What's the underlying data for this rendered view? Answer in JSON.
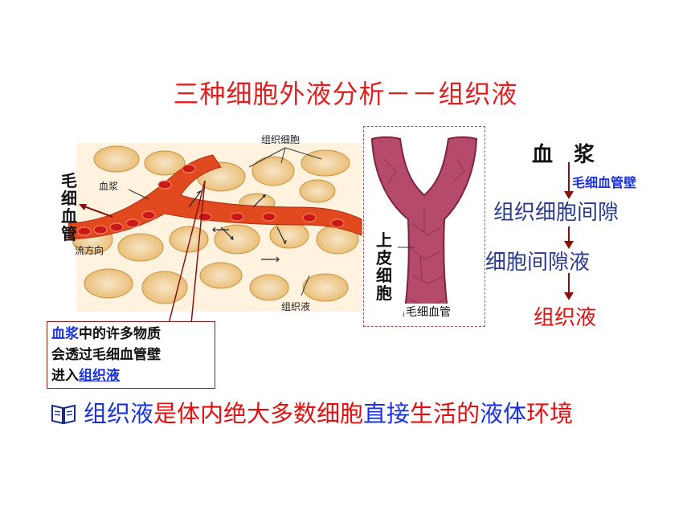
{
  "slide": {
    "title": "三种细胞外液分析－－组织液"
  },
  "figure_left": {
    "label_tissue_cell": "组织细胞",
    "label_plasma": "血浆",
    "label_flow": "流方向",
    "label_tissue_fluid": "组织液",
    "capillary_vertical": [
      "毛",
      "细",
      "血",
      "管"
    ]
  },
  "figure_right": {
    "epithelial_vertical": [
      "上",
      "皮",
      "细",
      "胞"
    ],
    "label_capillary": "毛细血管"
  },
  "callout": {
    "seg1": "血浆",
    "seg2": "中的许多物质",
    "line2": "会透过毛细血管壁",
    "line3_prefix": "进入",
    "line3_link": "组织液"
  },
  "flowchart": {
    "step1": "血　浆",
    "arrow_label": "毛细血管壁",
    "step2": "组织细胞间隙",
    "step3": "细胞间隙液",
    "step4": "组织液"
  },
  "summary": {
    "icon": "book-icon",
    "p1": "组织液",
    "p2": "是体内绝大多数细胞",
    "p3": "直接",
    "p4": "生活",
    "p5": "的",
    "p6": "液体",
    "p7": "环境"
  },
  "colors": {
    "title": "#e02020",
    "blue": "#1a32d8",
    "red": "#e01010",
    "vessel": "#d83a1c",
    "arrow": "#8a1010"
  }
}
